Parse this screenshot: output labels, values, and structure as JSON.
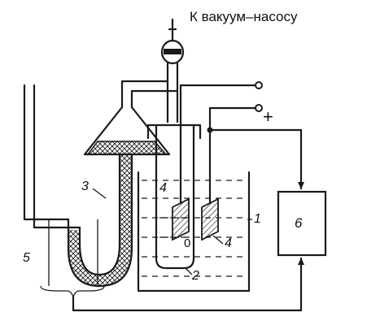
{
  "header": {
    "pump_label": "К вакуум–насосу"
  },
  "terminals": {
    "plus_label": "+"
  },
  "labels": {
    "electrolyte_bath": "1",
    "inner_vessel": "2",
    "manometer": "3",
    "electrode_left": "4",
    "electrode_right": "4",
    "scale": "5",
    "control_unit": "6",
    "zero_mark": "0"
  },
  "colors": {
    "ink": "#1a1a1a",
    "background": "#ffffff"
  }
}
